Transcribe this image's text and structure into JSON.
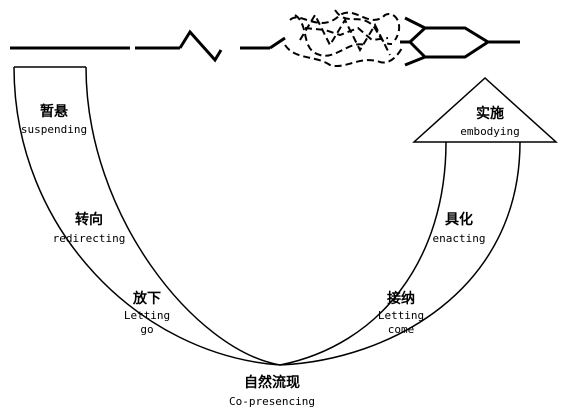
{
  "stages": {
    "suspending": {
      "cn": "暂悬",
      "en": "suspending"
    },
    "redirecting": {
      "cn": "转向",
      "en": "redirecting"
    },
    "letting_go": {
      "cn": "放下",
      "en_1": "Letting",
      "en_2": "go"
    },
    "presencing": {
      "cn": "自然流现",
      "en": "Co-presencing"
    },
    "letting_come": {
      "cn": "接纳",
      "en_1": "Letting",
      "en_2": "come"
    },
    "enacting": {
      "cn": "具化",
      "en": "enacting"
    },
    "embodying": {
      "cn": "实施",
      "en": "embodying"
    }
  },
  "colors": {
    "stroke": "#000000",
    "background": "#ffffff"
  }
}
